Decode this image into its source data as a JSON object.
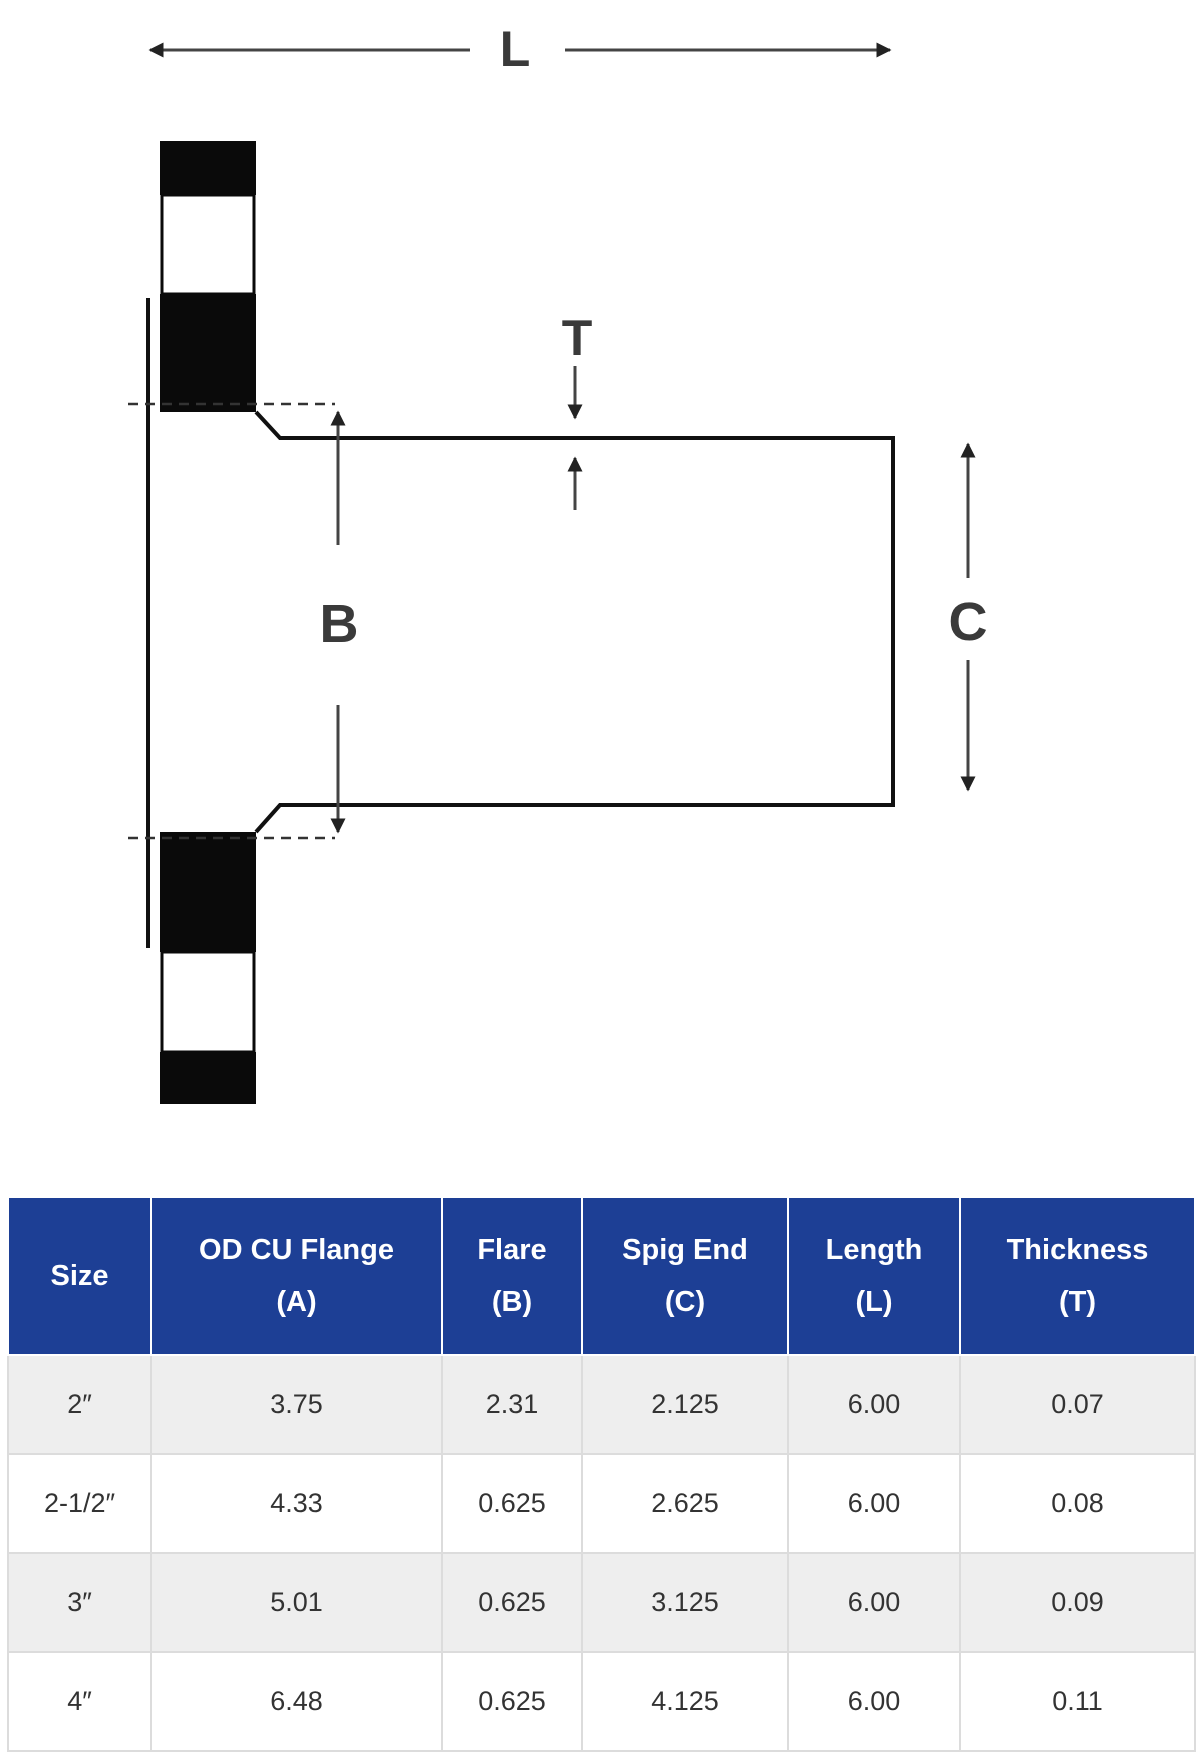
{
  "diagram": {
    "labels": {
      "length": "L",
      "thickness": "T",
      "flare": "B",
      "spigot": "C"
    }
  },
  "table": {
    "headers": [
      {
        "line1": "Size",
        "line2": ""
      },
      {
        "line1": "OD CU Flange",
        "line2": "(A)"
      },
      {
        "line1": "Flare",
        "line2": "(B)"
      },
      {
        "line1": "Spig End",
        "line2": "(C)"
      },
      {
        "line1": "Length",
        "line2": "(L)"
      },
      {
        "line1": "Thickness",
        "line2": "(T)"
      }
    ],
    "rows": [
      [
        "2″",
        "3.75",
        "2.31",
        "2.125",
        "6.00",
        "0.07"
      ],
      [
        "2-1/2″",
        "4.33",
        "0.625",
        "2.625",
        "6.00",
        "0.08"
      ],
      [
        "3″",
        "5.01",
        "0.625",
        "3.125",
        "6.00",
        "0.09"
      ],
      [
        "4″",
        "6.48",
        "0.625",
        "4.125",
        "6.00",
        "0.11"
      ]
    ]
  },
  "colors": {
    "header_bg": "#1d3f95",
    "stripe_bg": "#eeeeee",
    "line": "#111111"
  }
}
